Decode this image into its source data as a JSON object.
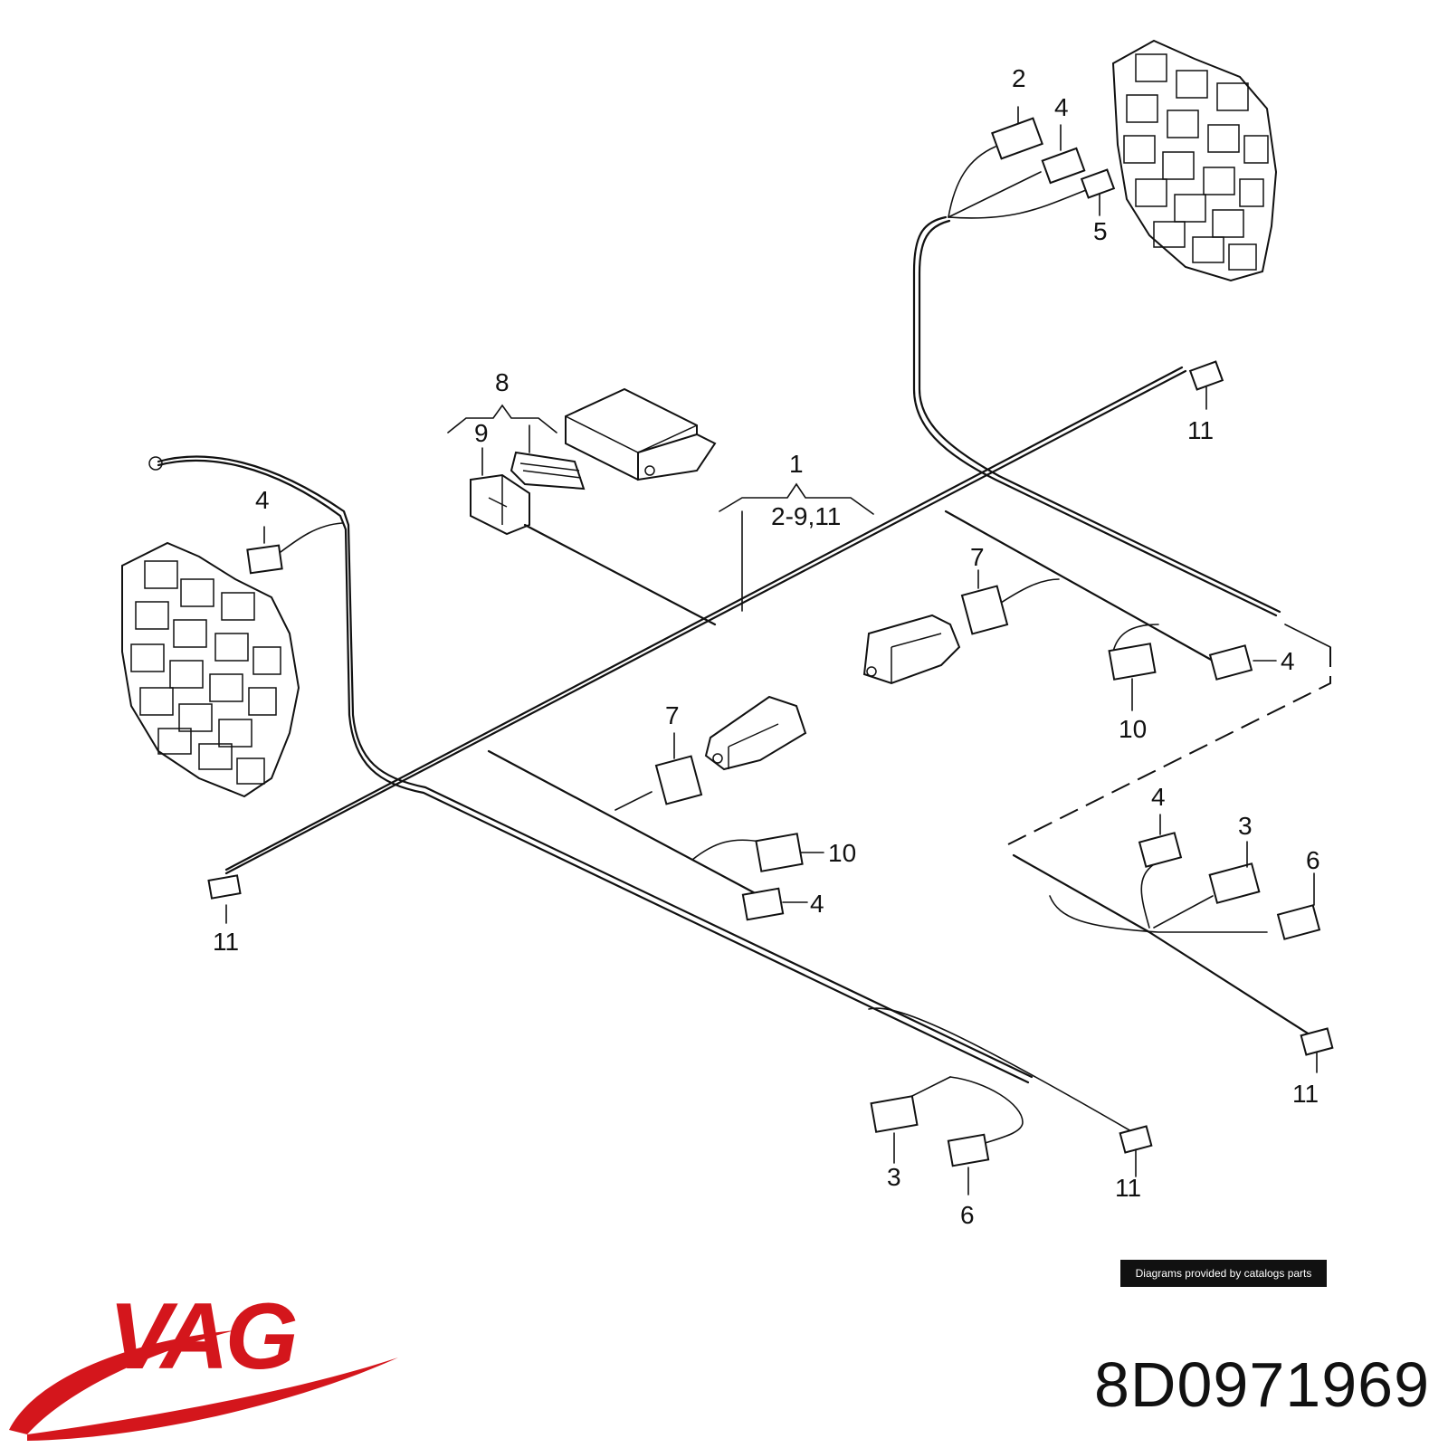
{
  "diagram": {
    "callouts": {
      "c1": "1",
      "c1_range": "2-9,11",
      "c2": "2",
      "c3a": "3",
      "c3b": "3",
      "c4a": "4",
      "c4b": "4",
      "c4c": "4",
      "c4d": "4",
      "c4e": "4",
      "c5": "5",
      "c6a": "6",
      "c6b": "6",
      "c7a": "7",
      "c7b": "7",
      "c8": "8",
      "c9": "9",
      "c10a": "10",
      "c10b": "10",
      "c11a": "11",
      "c11b": "11",
      "c11c": "11",
      "c11d": "11"
    }
  },
  "credit": "Diagrams provided by catalogs parts",
  "brand": {
    "logo": "VAG",
    "color": "#d4161c"
  },
  "part_number": "8D0971969"
}
